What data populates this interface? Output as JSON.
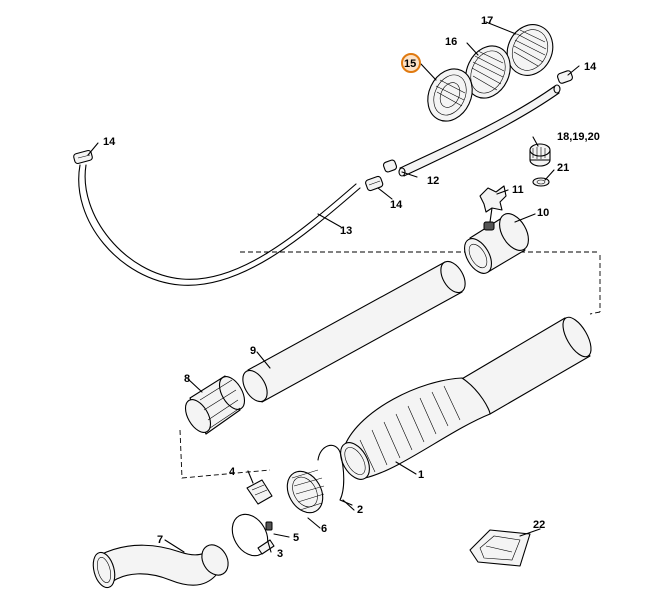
{
  "highlight": {
    "part": "15",
    "color": "#e07a10"
  },
  "labels": {
    "p1": "1",
    "p2": "2",
    "p3": "3",
    "p4": "4",
    "p5": "5",
    "p6": "6",
    "p7": "7",
    "p8": "8",
    "p9": "9",
    "p10": "10",
    "p11": "11",
    "p12": "12",
    "p13": "13",
    "p14a": "14",
    "p14b": "14",
    "p14c": "14",
    "p15": "15",
    "p16": "16",
    "p17": "17",
    "p18": "18,19,20",
    "p21": "21",
    "p22": "22"
  }
}
